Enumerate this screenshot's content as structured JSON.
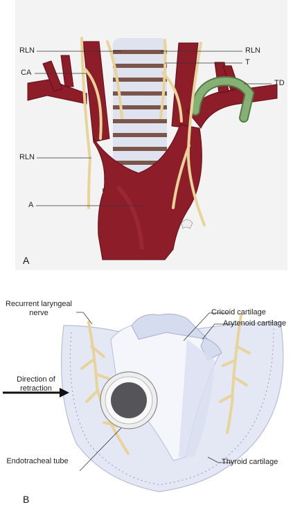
{
  "panel_a": {
    "letter": "A",
    "labels": {
      "rln_top_left": "RLN",
      "rln_top_right": "RLN",
      "ca": "CA",
      "t": "T",
      "td": "TD",
      "rln_mid_left": "RLN",
      "a": "A"
    }
  },
  "panel_b": {
    "letter": "B",
    "labels": {
      "recurrent_nerve": "Recurrent laryngeal nerve",
      "cricoid": "Cricoid cartilage",
      "arytenoid": "Arytenoid cartilage",
      "direction": "Direction of retraction",
      "endotracheal": "Endotracheal tube",
      "thyroid": "Thyroid cartilage"
    }
  },
  "colors": {
    "artery": "#8e1d2a",
    "artery_dark": "#5e0f18",
    "nerve": "#e8d49a",
    "trachea": "#dfe3f0",
    "trachea_ring": "#6b3d2e",
    "duct": "#7aa36a",
    "cartilage": "#dfe4f4",
    "tube": "#555458"
  }
}
